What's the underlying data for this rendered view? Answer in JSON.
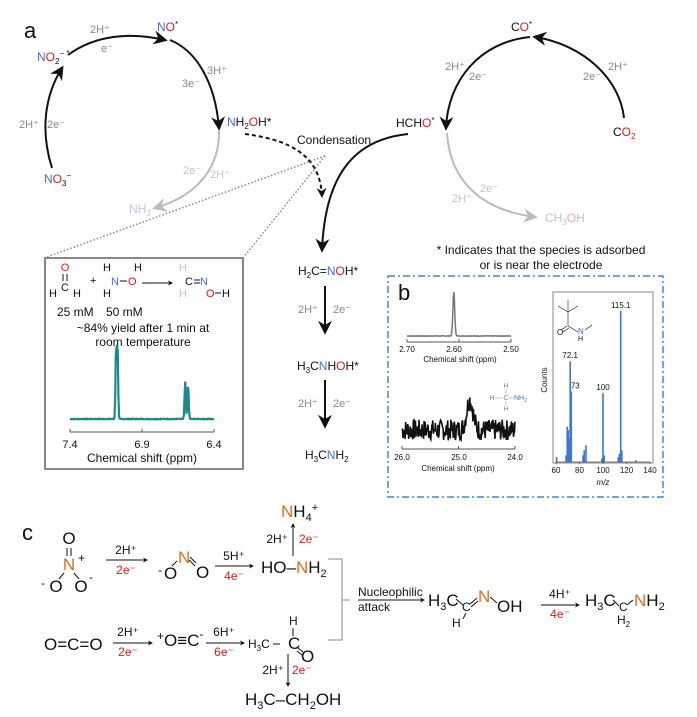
{
  "panels": {
    "a": {
      "label": "a",
      "nitrate_cycle": {
        "species": {
          "nitrate": {
            "N": "N",
            "O": "O",
            "sub": "3",
            "sup": "−"
          },
          "nitrite": {
            "N": "N",
            "O": "O",
            "sub": "2",
            "sup": "− *"
          },
          "no": {
            "N": "N",
            "O": "O",
            "sup": "*"
          },
          "hydroxylamine": {
            "N": "N",
            "H": "H",
            "sub": "2",
            "O": "O",
            "tail": "H*"
          },
          "ammonia": {
            "text": "NH",
            "sub": "3"
          }
        },
        "steps": {
          "nitrate_to_nitrite": {
            "protons": "2H⁺",
            "electrons": "2e⁻"
          },
          "nitrite_to_no": {
            "protons": "2H⁺",
            "electrons": "e⁻"
          },
          "no_to_nh2oh": {
            "protons": "3H⁺",
            "electrons": "3e⁻"
          },
          "nh2oh_to_nh3": {
            "protons": "2H⁺",
            "electrons": "2e⁻"
          }
        }
      },
      "co2_cycle": {
        "species": {
          "co2": {
            "C": "C",
            "O": "O",
            "sub": "2"
          },
          "co": {
            "C": "C",
            "O": "O",
            "sup": "*"
          },
          "hcho": {
            "prefix": "HCH",
            "O": "O",
            "sup": "*"
          },
          "methanol": {
            "prefix": "CH",
            "sub": "3",
            "O": "O",
            "tail": "H"
          }
        },
        "steps": {
          "co2_to_co": {
            "protons": "2H⁺",
            "electrons": "2e⁻"
          },
          "co_to_hcho": {
            "protons": "2H⁺",
            "electrons": "2e⁻"
          },
          "hcho_to_ch3oh": {
            "protons": "2H⁺",
            "electrons": "2e⁻"
          }
        }
      },
      "condensation_label": "Condensation",
      "coupling_chain": {
        "oxime": {
          "prefix": "H",
          "sub": "2",
          "mid": "C=",
          "N": "N",
          "O": "O",
          "tail": "H*"
        },
        "step1": {
          "protons": "2H⁺",
          "electrons": "2e⁻"
        },
        "hydroxylamine_methyl": {
          "prefix": "H",
          "sub": "3",
          "mid": "C",
          "N": "N",
          "H": "H",
          "O": "O",
          "tail": "H*"
        },
        "step2": {
          "protons": "2H⁺",
          "electrons": "2e⁻"
        },
        "methylamine": {
          "prefix": "H",
          "sub": "3",
          "mid": "C",
          "N": "N",
          "tail": "H",
          "sub2": "2"
        }
      },
      "footnote": [
        "* Indicates that the species is adsorbed",
        "or is near the electrode"
      ],
      "inset": {
        "reaction": {
          "formaldehyde": {
            "O": "O",
            "C": "C",
            "H1": "H",
            "H2": "H"
          },
          "plus": "+",
          "hydroxylamine": {
            "H1": "H",
            "H2": "H",
            "H3": "H",
            "N": "N",
            "O": "O"
          },
          "product": {
            "H1": "H",
            "H2": "H",
            "C": "C",
            "N": "N",
            "O": "O",
            "H3": "H"
          }
        },
        "concentrations": [
          "25 mM",
          "50 mM"
        ],
        "yield_text": [
          "~84% yield after 1 min at",
          "room temperature"
        ],
        "chart_data": {
          "type": "line",
          "title": "",
          "xlabel": "Chemical shift (ppm)",
          "ylabel": "",
          "x_ticks": [
            "7.4",
            "6.9",
            "6.4"
          ],
          "xlim": [
            7.4,
            6.4
          ],
          "peaks": [
            {
              "ppm": 7.08,
              "rel_height": 0.95
            },
            {
              "ppm": 7.07,
              "rel_height": 1.0
            },
            {
              "ppm": 6.6,
              "rel_height": 0.52
            },
            {
              "ppm": 6.58,
              "rel_height": 0.49
            }
          ],
          "color": "#1b8a8a"
        }
      }
    },
    "b": {
      "label": "b",
      "nmr_1h": {
        "chart_data": {
          "type": "line",
          "xlabel": "Chemical shift (ppm)",
          "x_ticks": [
            "2.70",
            "2.60",
            "2.50"
          ],
          "xlim": [
            2.7,
            2.5
          ],
          "peaks": [
            {
              "ppm": 2.61,
              "rel_height": 1.0
            }
          ],
          "color": "#777777"
        }
      },
      "nmr_13c": {
        "chart_data": {
          "type": "line",
          "xlabel": "Chemical shift (ppm)",
          "x_ticks": [
            "26.0",
            "25.0",
            "24.0"
          ],
          "xlim": [
            26.0,
            24.0
          ],
          "peaks": [
            {
              "ppm": 24.8,
              "rel_height": 1.0
            }
          ],
          "noise": true,
          "color": "#111111"
        },
        "structure": {
          "H_top": "H",
          "H_left": "H",
          "C": "C",
          "N": "NH",
          "sub": "2",
          "H_bottom": "H"
        }
      },
      "mass_spec": {
        "chart_data": {
          "type": "bar",
          "xlabel": "m/z",
          "ylabel": "Counts",
          "xlim": [
            60,
            140
          ],
          "x_ticks": [
            "60",
            "80",
            "100",
            "120",
            "140"
          ],
          "bars": [
            {
              "mz": 60.5,
              "rel": 0.03
            },
            {
              "mz": 68.5,
              "rel": 0.04
            },
            {
              "mz": 69.5,
              "rel": 0.21
            },
            {
              "mz": 70.5,
              "rel": 0.19
            },
            {
              "mz": 71.2,
              "rel": 0.14
            },
            {
              "mz": 72.1,
              "rel": 0.6
            },
            {
              "mz": 73,
              "rel": 0.42
            },
            {
              "mz": 83,
              "rel": 0.04
            },
            {
              "mz": 84,
              "rel": 0.07
            },
            {
              "mz": 85.5,
              "rel": 0.1
            },
            {
              "mz": 99,
              "rel": 0.02
            },
            {
              "mz": 100,
              "rel": 0.41
            },
            {
              "mz": 101,
              "rel": 0.04
            },
            {
              "mz": 113,
              "rel": 0.03
            },
            {
              "mz": 114,
              "rel": 0.05
            },
            {
              "mz": 115.1,
              "rel": 0.9
            },
            {
              "mz": 116,
              "rel": 0.07
            },
            {
              "mz": 128,
              "rel": 0.01
            }
          ],
          "labels": [
            {
              "mz": 72.1,
              "text": "72.1"
            },
            {
              "mz": 73,
              "text": "73"
            },
            {
              "mz": 100,
              "text": "100"
            },
            {
              "mz": 115.1,
              "text": "115.1"
            }
          ],
          "color": "#3f78d1"
        },
        "structure": {
          "O": "O",
          "N": "N",
          "H": "H"
        }
      }
    },
    "c": {
      "label": "c",
      "row1": {
        "nitrate": {
          "O_top": "O",
          "N": "N",
          "plus": "+",
          "O_left": "O",
          "O_right": "O",
          "minus": "-"
        },
        "step1": {
          "protons": "2H⁺",
          "electrons": "2e⁻"
        },
        "nitrite": {
          "minus": "-",
          "O1": "O",
          "N": "N",
          "O2": "O"
        },
        "step2": {
          "protons": "5H⁺",
          "electrons": "4e⁻"
        },
        "hydroxylamine": {
          "HO": "HO",
          "N": "N",
          "H": "H",
          "sub": "2"
        },
        "up_step": {
          "protons": "2H⁺",
          "electrons": "2e⁻"
        },
        "ammonium": {
          "N": "N",
          "H": "H",
          "sub": "4",
          "sup": "+"
        }
      },
      "row2": {
        "co2": "O=C=O",
        "step1": {
          "protons": "2H⁺",
          "electrons": "2e⁻"
        },
        "co": {
          "plus": "+",
          "text": "O≡C",
          "minus": "-"
        },
        "step2": {
          "protons": "6H⁺",
          "electrons": "6e⁻"
        },
        "acetaldehyde": {
          "prefix": "H",
          "sub": "3",
          "C1": "C",
          "C2": "C",
          "H": "H",
          "O": "O"
        },
        "down_step": {
          "protons": "2H⁺",
          "electrons": "2e⁻"
        },
        "ethanol": {
          "prefix": "H",
          "sub": "3",
          "mid": "C–CH",
          "sub2": "2",
          "tail": "OH"
        }
      },
      "merge_label": [
        "Nucleophilic",
        "attack"
      ],
      "oxime": {
        "prefix": "H",
        "sub": "3",
        "C1": "C",
        "C2": "C",
        "N": "N",
        "OH": "OH",
        "H": "H"
      },
      "final_step": {
        "protons": "4H⁺",
        "electrons": "4e⁻"
      },
      "ethylamine": {
        "prefix": "H",
        "sub": "3",
        "C1": "C",
        "C2": "C",
        "H": "H",
        "sub2": "2",
        "N": "N",
        "NH": "H",
        "sub3": "2"
      }
    }
  },
  "colors": {
    "nitrogen": "#3f6fd8",
    "oxygen": "#e0161b",
    "nitrogen_c": "#d9711a",
    "electron_c": "#e0161b",
    "inset_spectrum": "#1b8a8a",
    "panel_b_border": "#3c8ad8"
  }
}
